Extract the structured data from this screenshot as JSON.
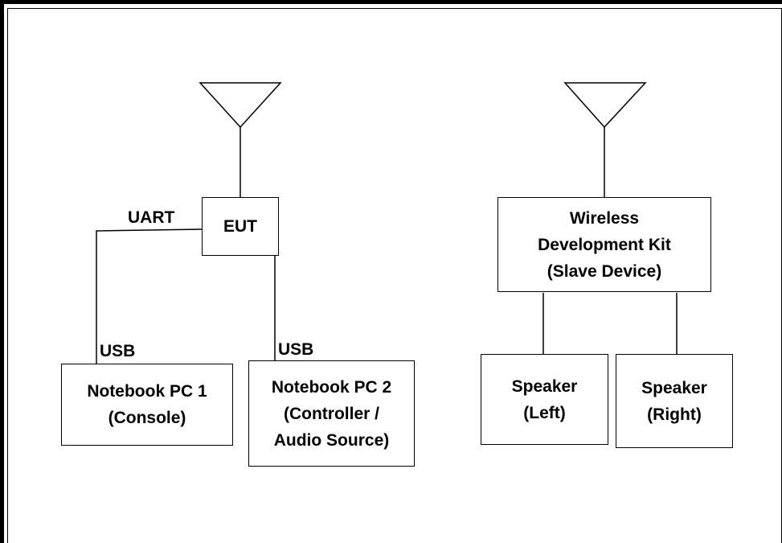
{
  "diagram": {
    "left_setup": {
      "eut": "EUT",
      "notebook1": "Notebook PC 1\n(Console)",
      "notebook2": "Notebook PC 2\n(Controller /\nAudio Source)",
      "uart_label": "UART",
      "usb_label_1": "USB",
      "usb_label_2": "USB"
    },
    "right_setup": {
      "wdk": "Wireless\nDevelopment Kit\n(Slave Device)",
      "speaker_left": "Speaker\n(Left)",
      "speaker_right": "Speaker\n(Right)"
    }
  }
}
